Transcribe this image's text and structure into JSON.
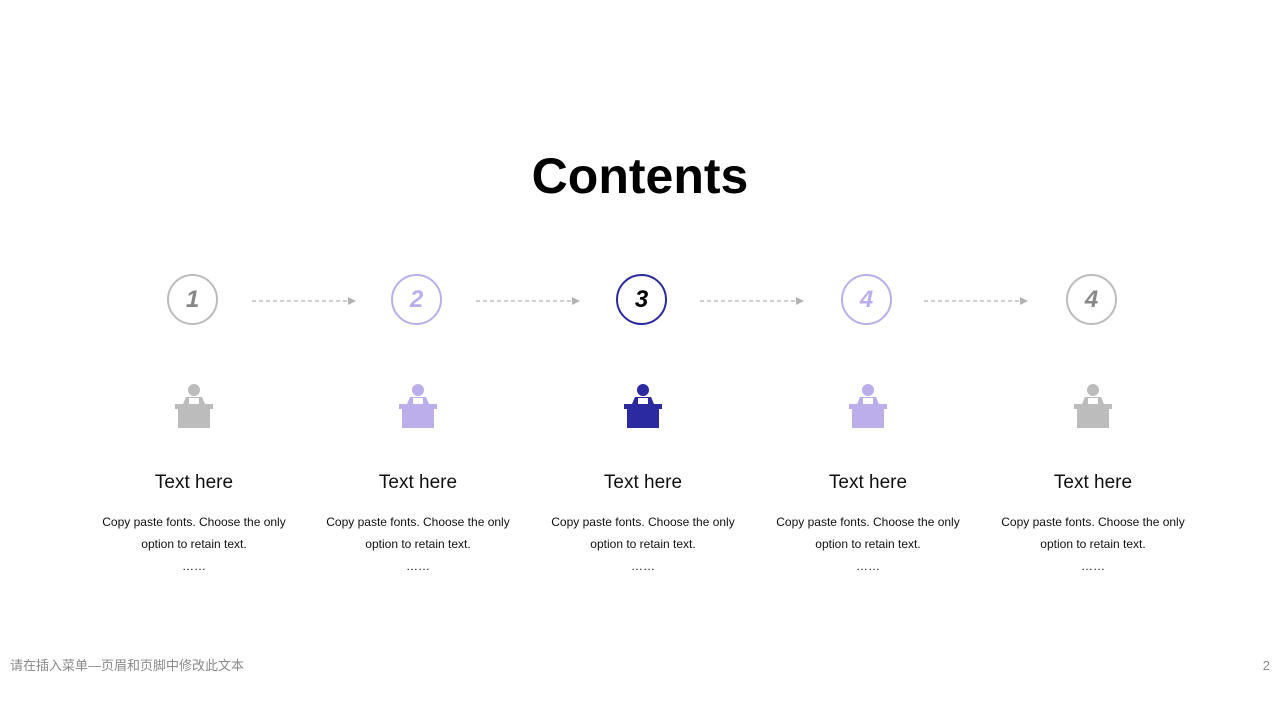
{
  "title": "Contents",
  "colors": {
    "gray": "#bcbcbc",
    "gray_text": "#888888",
    "lavender": "#bbaeea",
    "navy": "#2b2a9f",
    "arrow": "#b5b5b5"
  },
  "steps": [
    {
      "number": "1",
      "heading": "Text here",
      "line1": "Copy paste fonts. Choose the only",
      "line2": "option to retain text.",
      "line3": "……",
      "icon": "presenter-icon",
      "color": "#bcbcbc",
      "text_color": "#888888"
    },
    {
      "number": "2",
      "heading": "Text here",
      "line1": "Copy paste fonts. Choose the only",
      "line2": "option to retain text.",
      "line3": "……",
      "icon": "presenter-icon",
      "color": "#bbaeea",
      "text_color": "#bbaeea"
    },
    {
      "number": "3",
      "heading": "Text here",
      "line1": "Copy paste fonts. Choose the only",
      "line2": "option to retain text.",
      "line3": "……",
      "icon": "presenter-icon",
      "color": "#2b2a9f",
      "text_color": "#000000"
    },
    {
      "number": "4",
      "heading": "Text here",
      "line1": "Copy paste fonts. Choose the only",
      "line2": "option to retain text.",
      "line3": "……",
      "icon": "presenter-icon",
      "color": "#bbaeea",
      "text_color": "#bbaeea"
    },
    {
      "number": "4",
      "heading": "Text here",
      "line1": "Copy paste fonts. Choose the only",
      "line2": "option to retain text.",
      "line3": "……",
      "icon": "presenter-icon",
      "color": "#bcbcbc",
      "text_color": "#888888"
    }
  ],
  "footer": {
    "text": "请在插入菜单—页眉和页脚中修改此文本",
    "page_number": "2"
  }
}
